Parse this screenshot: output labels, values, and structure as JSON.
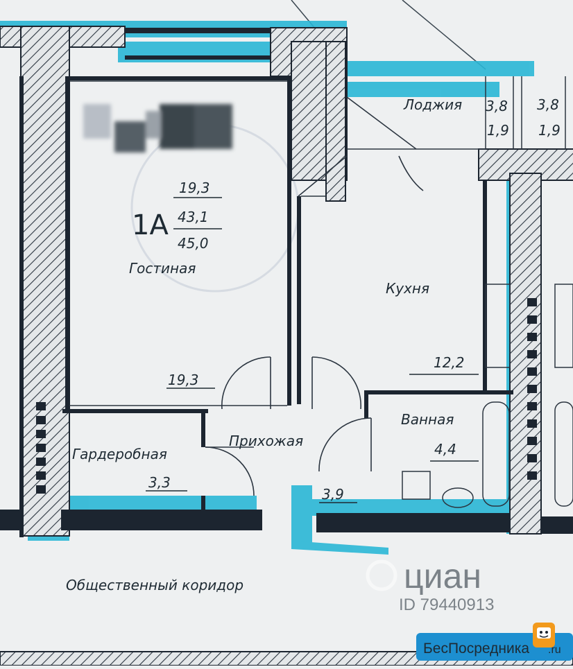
{
  "plan": {
    "unit_type": "1А",
    "living_area": "19,3",
    "total_area": "43,1",
    "total_area_with_loggia": "45,0",
    "rooms": {
      "living_room": {
        "name": "Гостиная",
        "area": "19,3"
      },
      "kitchen": {
        "name": "Кухня",
        "area": "12,2"
      },
      "bathroom": {
        "name": "Ванная",
        "area": "4,4"
      },
      "hallway": {
        "name": "Прихожая",
        "area": "3,9"
      },
      "wardrobe": {
        "name": "Гардеробная",
        "area": "3,3"
      },
      "loggia": {
        "name": "Лоджия",
        "dim_a": "3,8",
        "dim_b": "1,9"
      },
      "loggia_neighbor": {
        "dim_a": "3,8",
        "dim_b": "1,9"
      },
      "corridor": {
        "name": "Общественный коридор"
      }
    }
  },
  "watermarks": {
    "cian_logo": "циан",
    "cian_id": "ID 79440913",
    "besposrednika": "БесПосредника",
    "besposrednika_tld": ".ru"
  },
  "colors": {
    "paper": "#eef0f1",
    "wall": "#1c2530",
    "highlight": "#2ab7d6",
    "badge": "#1d8fd0"
  }
}
